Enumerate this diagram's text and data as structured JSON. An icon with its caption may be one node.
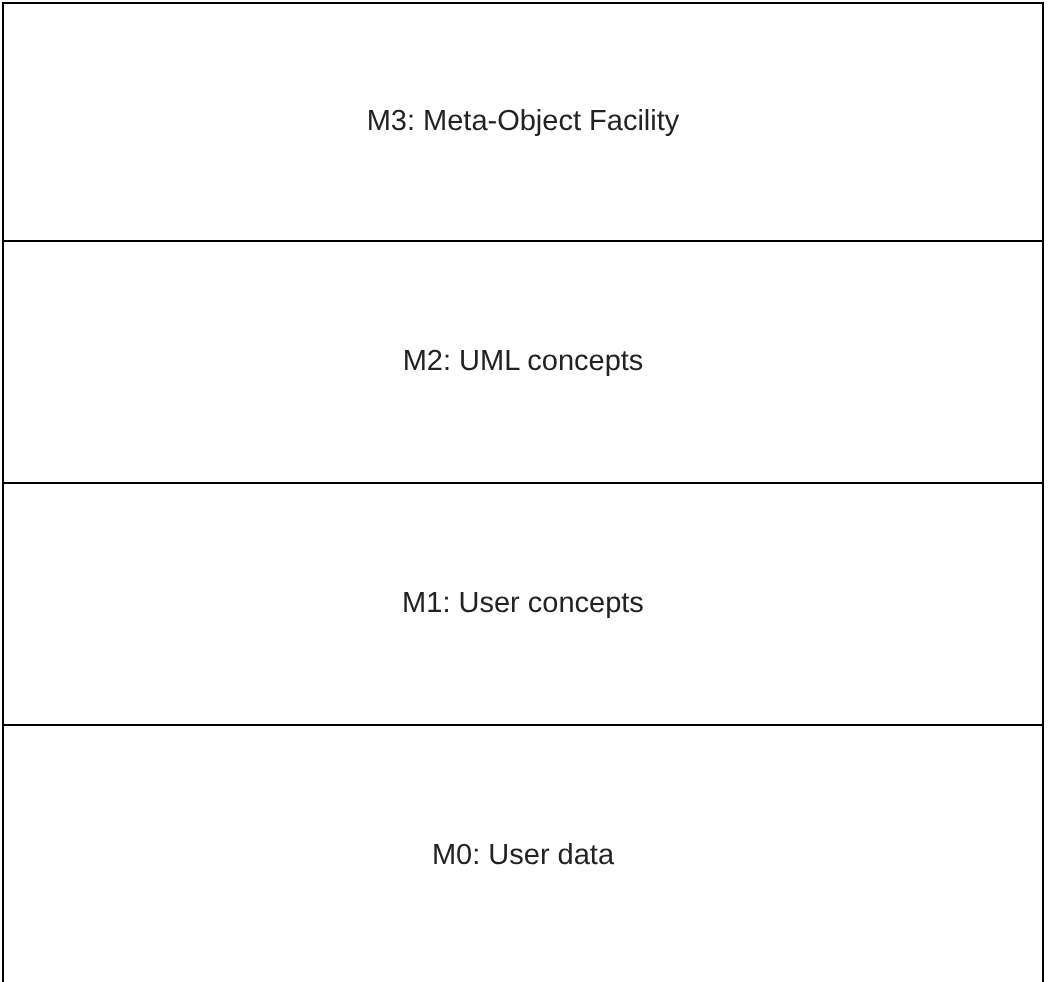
{
  "diagram": {
    "nodes": [
      {
        "text": [
          "M3: Meta-Object Facility"
        ]
      },
      {
        "text": [
          "M2: UML concepts"
        ]
      },
      {
        "text": [
          "M1: User concepts"
        ]
      },
      {
        "text": [
          "M0: User data"
        ]
      }
    ]
  }
}
